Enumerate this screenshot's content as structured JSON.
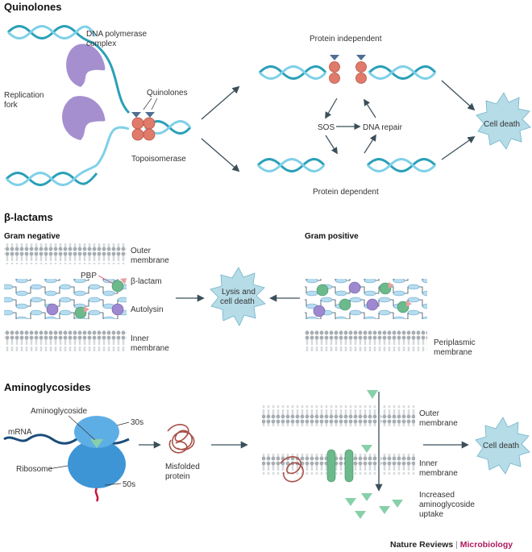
{
  "sections": {
    "quinolones": "Quinolones",
    "beta_lactams": "β-lactams",
    "aminoglycosides": "Aminoglycosides"
  },
  "quinolones": {
    "dna_polymerase": [
      "DNA polymerase",
      "complex"
    ],
    "replication_fork": [
      "Replication",
      "fork"
    ],
    "quinolones_label": "Quinolones",
    "topoisomerase": "Topoisomerase",
    "protein_independent": "Protein independent",
    "protein_dependent": "Protein dependent",
    "sos": "SOS",
    "dna_repair": "DNA repair",
    "cell_death": "Cell death"
  },
  "beta_lactams": {
    "gram_negative": "Gram negative",
    "gram_positive": "Gram positive",
    "outer_membrane": [
      "Outer",
      "membrane"
    ],
    "pbp": "PBP",
    "beta_lactam": "β-lactam",
    "autolysin": "Autolysin",
    "inner_membrane": [
      "Inner",
      "membrane"
    ],
    "lysis": [
      "Lysis and",
      "cell death"
    ],
    "periplasmic": [
      "Periplasmic",
      "membrane"
    ]
  },
  "aminoglycosides": {
    "aminoglycoside": "Aminoglycoside",
    "mrna": "mRNA",
    "s30": "30s",
    "s50": "50s",
    "ribosome": "Ribosome",
    "misfolded": [
      "Misfolded",
      "protein"
    ],
    "outer_membrane": [
      "Outer",
      "membrane"
    ],
    "inner_membrane": [
      "Inner",
      "membrane"
    ],
    "uptake": [
      "Increased",
      "aminoglycoside",
      "uptake"
    ],
    "cell_death": "Cell death"
  },
  "credit": {
    "journal": "Nature Reviews",
    "separator": " | ",
    "section": "Microbiology"
  },
  "colors": {
    "dna_dark": "#2aa0b8",
    "dna_light": "#7fd0e8",
    "protein_purple": "#a58fcf",
    "topo_red": "#e07a6a",
    "membrane_gray": "#a0a8ad",
    "starburst": "#b6dce8",
    "arrow": "#3b4f5a",
    "ribosome_blue": "#3d95d6",
    "green": "#6cba8c",
    "misfolded": "#a85048",
    "microbiology": "#b0185e"
  }
}
